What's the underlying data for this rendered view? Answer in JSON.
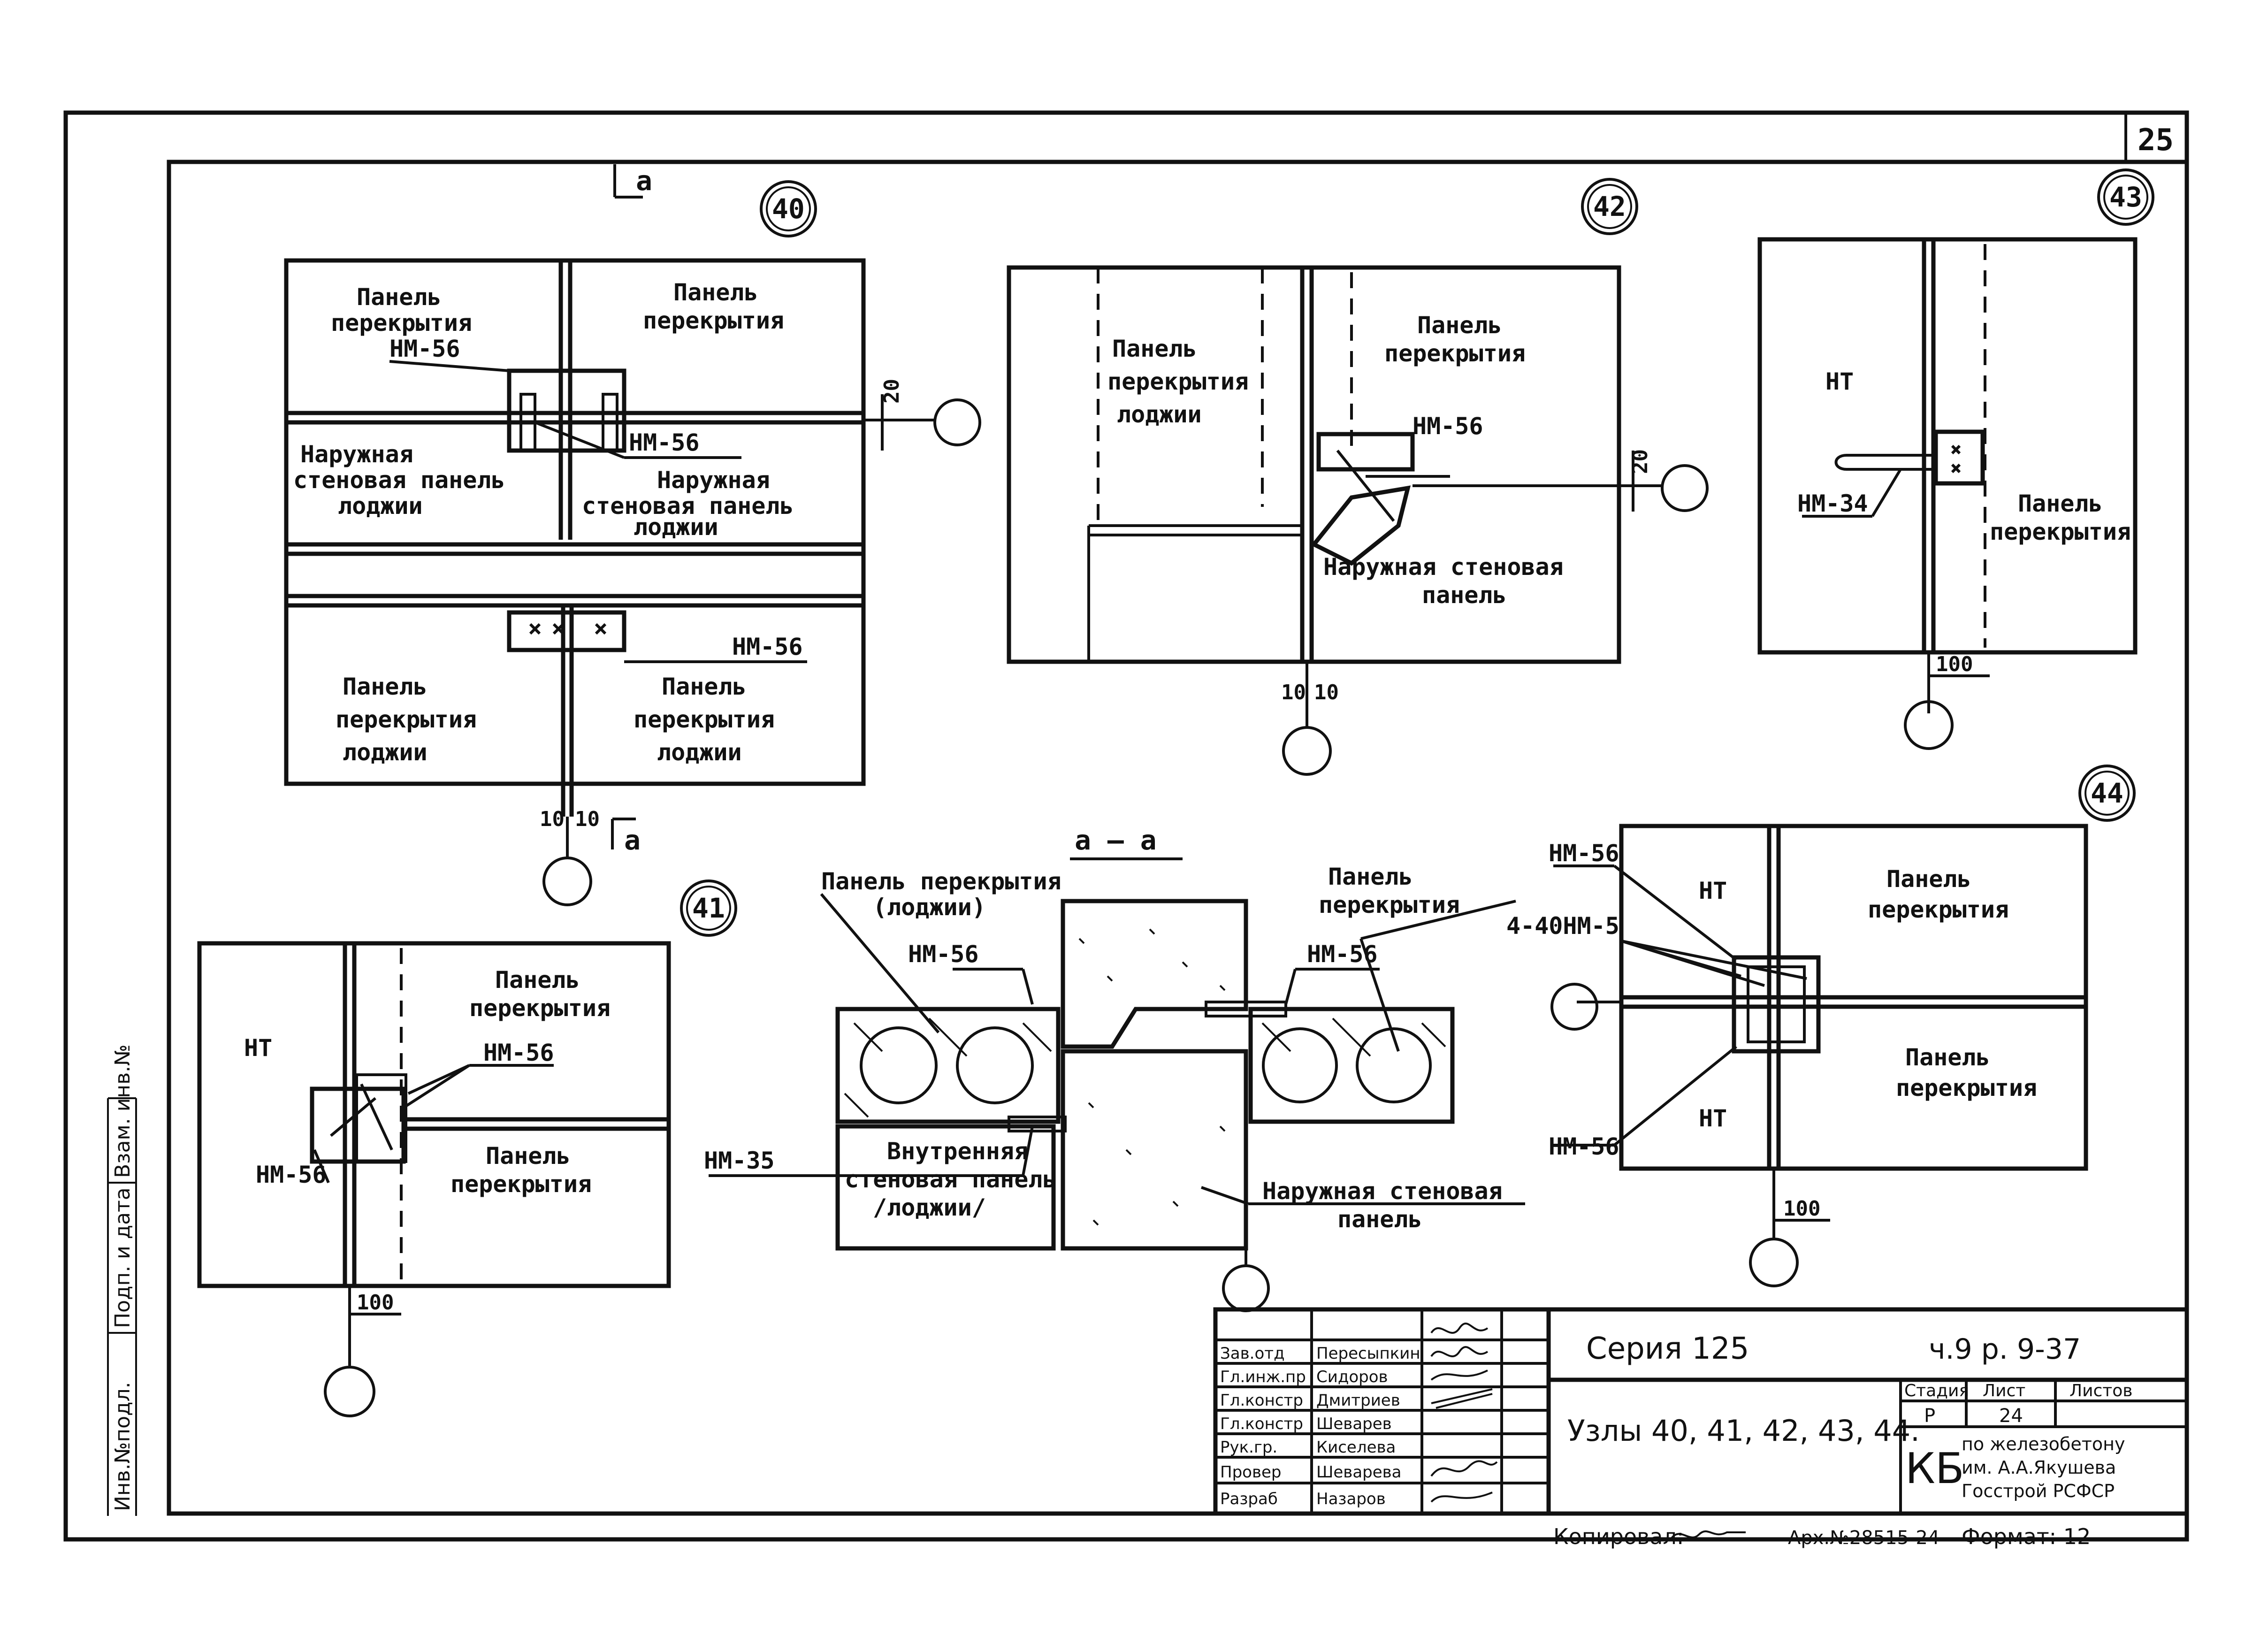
{
  "sheet": {
    "page_number": "25"
  },
  "nodes": {
    "n40": {
      "number": "40",
      "section_mark": "a",
      "labels": {
        "tl": [
          "Панель",
          "перекрытия"
        ],
        "tr": [
          "Панель",
          "перекрытия"
        ],
        "ml": [
          "Наружная",
          "стеновая панель",
          "лоджии"
        ],
        "mr": [
          "Наружная",
          "стеновая панель",
          "лоджии"
        ],
        "bl": [
          "Панель",
          "перекрытия",
          "лоджии"
        ],
        "br": [
          "Панель",
          "перекрытия",
          "лоджии"
        ]
      },
      "callouts": [
        "НМ-56",
        "НМ-56",
        "НМ-56"
      ],
      "dims": {
        "d20": "20",
        "d10a": "10",
        "d10b": "10"
      }
    },
    "n41": {
      "number": "41",
      "labels": {
        "nt": "НТ",
        "tr": [
          "Панель",
          "перекрытия"
        ],
        "br": [
          "Панель",
          "перекрытия"
        ]
      },
      "callouts": [
        "НМ-56",
        "НМ-56"
      ],
      "dims": {
        "d100": "100"
      }
    },
    "n42": {
      "number": "42",
      "labels": {
        "left": [
          "Панель",
          "перекрытия",
          "лоджии"
        ],
        "right": [
          "Панель",
          "перекрытия"
        ],
        "bottom": [
          "Наружная стеновая",
          "панель"
        ]
      },
      "callouts": [
        "НМ-56"
      ],
      "dims": {
        "d20": "20",
        "d10a": "10",
        "d10b": "10"
      }
    },
    "n43": {
      "number": "43",
      "labels": {
        "nt": "НТ",
        "right": [
          "Панель",
          "перекрытия"
        ]
      },
      "callouts": [
        "НМ-34"
      ],
      "dims": {
        "d100": "100"
      }
    },
    "n44": {
      "number": "44",
      "labels": {
        "nt_top": "НТ",
        "nt_bot": "НТ",
        "tr": [
          "Панель",
          "перекрытия"
        ],
        "br": [
          "Панель",
          "перекрытия"
        ]
      },
      "callouts": [
        "НМ-56",
        "4-40НМ-5",
        "НМ-56"
      ],
      "dims": {
        "d100": "100"
      }
    },
    "section": {
      "title": "a — a",
      "labels": {
        "tl": [
          "Панель перекрытия",
          "(лоджии)"
        ],
        "tr": [
          "Панель",
          "перекрытия"
        ],
        "bl": [
          "Внутренняя",
          "стеновая панель",
          "/лоджии/"
        ],
        "br": [
          "Наружная стеновая",
          "панель"
        ]
      },
      "callouts": [
        "НМ-56",
        "НМ-56",
        "НМ-35"
      ]
    }
  },
  "title_block": {
    "series": "Серия 125",
    "issue": "ч.9  р. 9-37",
    "title": "Узлы 40, 41, 42, 43, 44.",
    "stage_header": "Стадия",
    "sheet_header": "Лист",
    "sheets_header": "Листов",
    "stage": "Р",
    "sheet": "24",
    "org": [
      "по железобетону",
      "им. А.А.Якушева",
      "Госстрой РСФСР"
    ],
    "roles": [
      "Зав.отд",
      "Гл.инж.пр",
      "Гл.констр",
      "Гл.констр",
      "Рук.гр.",
      "Провер",
      "Разраб"
    ],
    "names": [
      "Пересыпкин",
      "Сидоров",
      "Дмитриев",
      "Шеварев",
      "Киселева",
      "Шеварева",
      "Назаров"
    ]
  },
  "side_stamp": [
    "Инв.№подл.",
    "Подп. и дата",
    "Взам. инв.№"
  ],
  "footer": {
    "copied": "Копировал:",
    "archive": "Арх.№28515-24",
    "format": "Формат: 12"
  }
}
